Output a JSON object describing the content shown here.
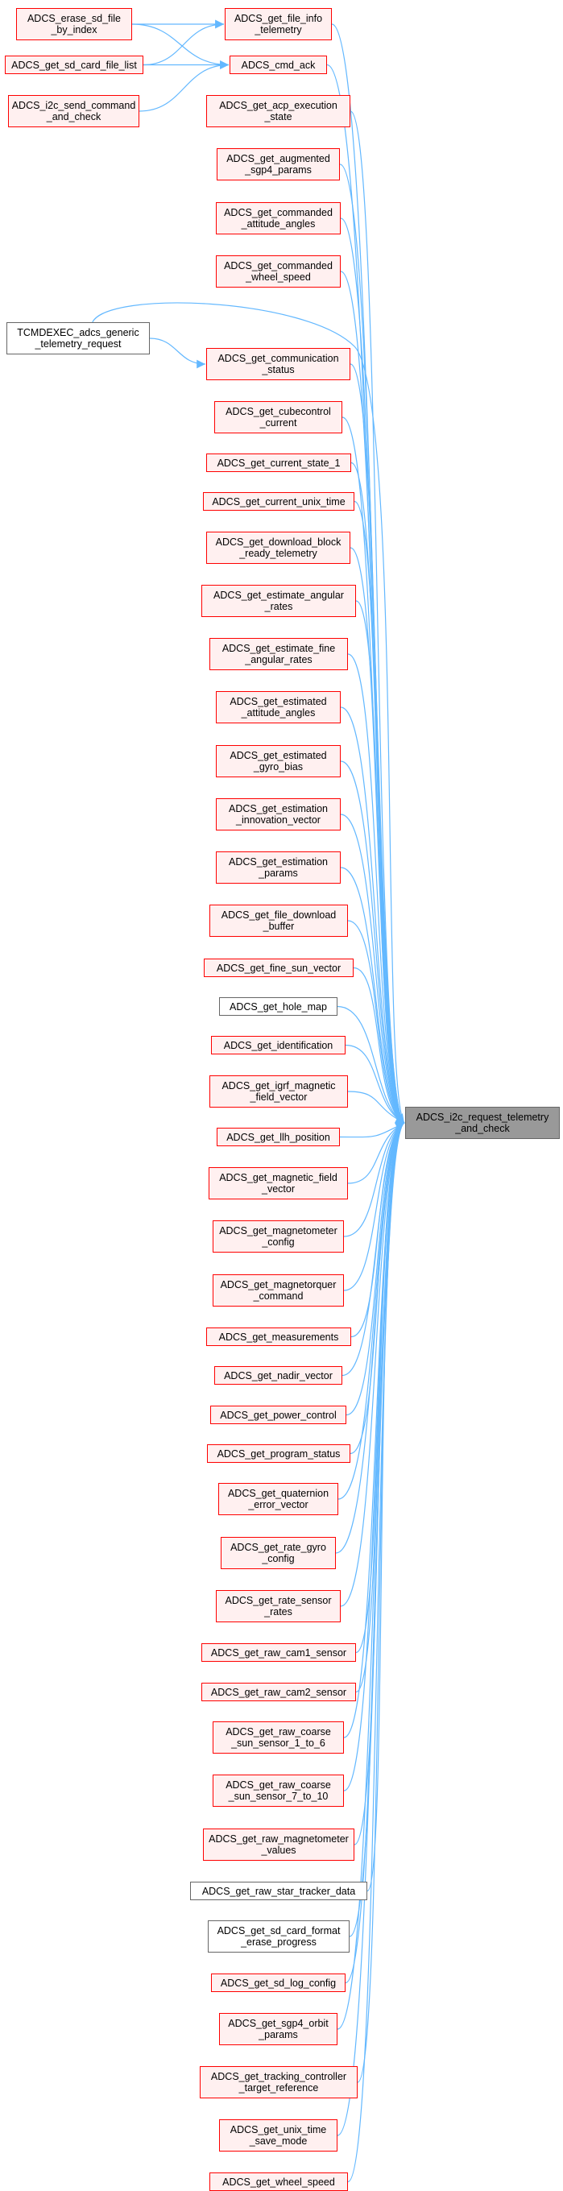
{
  "diagram": {
    "edge_color": "#63b8ff",
    "target": {
      "id": "target",
      "label": "ADCS_i2c_request_telemetry\n_and_check"
    },
    "nodes": [
      {
        "id": "erase",
        "label": "ADCS_erase_sd_file\n_by_index",
        "style": "red"
      },
      {
        "id": "sdlist",
        "label": "ADCS_get_sd_card_file_list",
        "style": "red"
      },
      {
        "id": "i2csend",
        "label": "ADCS_i2c_send_command\n_and_check",
        "style": "red"
      },
      {
        "id": "fileinfo",
        "label": "ADCS_get_file_info\n_telemetry",
        "style": "red"
      },
      {
        "id": "cmdack",
        "label": "ADCS_cmd_ack",
        "style": "red"
      },
      {
        "id": "acp",
        "label": "ADCS_get_acp_execution\n_state",
        "style": "red"
      },
      {
        "id": "sgp4aug",
        "label": "ADCS_get_augmented\n_sgp4_params",
        "style": "red"
      },
      {
        "id": "cmdatt",
        "label": "ADCS_get_commanded\n_attitude_angles",
        "style": "red"
      },
      {
        "id": "cmdwheel",
        "label": "ADCS_get_commanded\n_wheel_speed",
        "style": "red"
      },
      {
        "id": "tcm",
        "label": "TCMDEXEC_adcs_generic\n_telemetry_request",
        "style": "gray"
      },
      {
        "id": "comm",
        "label": "ADCS_get_communication\n_status",
        "style": "red"
      },
      {
        "id": "cubectl",
        "label": "ADCS_get_cubecontrol\n_current",
        "style": "red"
      },
      {
        "id": "state1",
        "label": "ADCS_get_current_state_1",
        "style": "red"
      },
      {
        "id": "unix",
        "label": "ADCS_get_current_unix_time",
        "style": "red"
      },
      {
        "id": "dlblock",
        "label": "ADCS_get_download_block\n_ready_telemetry",
        "style": "red"
      },
      {
        "id": "estang",
        "label": "ADCS_get_estimate_angular\n_rates",
        "style": "red"
      },
      {
        "id": "estfine",
        "label": "ADCS_get_estimate_fine\n_angular_rates",
        "style": "red"
      },
      {
        "id": "estatt",
        "label": "ADCS_get_estimated\n_attitude_angles",
        "style": "red"
      },
      {
        "id": "estgyro",
        "label": "ADCS_get_estimated\n_gyro_bias",
        "style": "red"
      },
      {
        "id": "estinno",
        "label": "ADCS_get_estimation\n_innovation_vector",
        "style": "red"
      },
      {
        "id": "estpar",
        "label": "ADCS_get_estimation\n_params",
        "style": "red"
      },
      {
        "id": "filedl",
        "label": "ADCS_get_file_download\n_buffer",
        "style": "red"
      },
      {
        "id": "finesun",
        "label": "ADCS_get_fine_sun_vector",
        "style": "red"
      },
      {
        "id": "hole",
        "label": "ADCS_get_hole_map",
        "style": "gray"
      },
      {
        "id": "ident",
        "label": "ADCS_get_identification",
        "style": "red"
      },
      {
        "id": "igrf",
        "label": "ADCS_get_igrf_magnetic\n_field_vector",
        "style": "red"
      },
      {
        "id": "llh",
        "label": "ADCS_get_llh_position",
        "style": "red"
      },
      {
        "id": "magfield",
        "label": "ADCS_get_magnetic_field\n_vector",
        "style": "red"
      },
      {
        "id": "magcfg",
        "label": "ADCS_get_magnetometer\n_config",
        "style": "red"
      },
      {
        "id": "mtq",
        "label": "ADCS_get_magnetorquer\n_command",
        "style": "red"
      },
      {
        "id": "meas",
        "label": "ADCS_get_measurements",
        "style": "red"
      },
      {
        "id": "nadir",
        "label": "ADCS_get_nadir_vector",
        "style": "red"
      },
      {
        "id": "power",
        "label": "ADCS_get_power_control",
        "style": "red"
      },
      {
        "id": "prog",
        "label": "ADCS_get_program_status",
        "style": "red"
      },
      {
        "id": "quat",
        "label": "ADCS_get_quaternion\n_error_vector",
        "style": "red"
      },
      {
        "id": "rgyro",
        "label": "ADCS_get_rate_gyro\n_config",
        "style": "red"
      },
      {
        "id": "rsens",
        "label": "ADCS_get_rate_sensor\n_rates",
        "style": "red"
      },
      {
        "id": "cam1",
        "label": "ADCS_get_raw_cam1_sensor",
        "style": "red"
      },
      {
        "id": "cam2",
        "label": "ADCS_get_raw_cam2_sensor",
        "style": "red"
      },
      {
        "id": "coarse16",
        "label": "ADCS_get_raw_coarse\n_sun_sensor_1_to_6",
        "style": "red"
      },
      {
        "id": "coarse710",
        "label": "ADCS_get_raw_coarse\n_sun_sensor_7_to_10",
        "style": "red"
      },
      {
        "id": "rawmag",
        "label": "ADCS_get_raw_magnetometer\n_values",
        "style": "red"
      },
      {
        "id": "star",
        "label": "ADCS_get_raw_star_tracker_data",
        "style": "gray"
      },
      {
        "id": "sdfmt",
        "label": "ADCS_get_sd_card_format\n_erase_progress",
        "style": "gray"
      },
      {
        "id": "sdlog",
        "label": "ADCS_get_sd_log_config",
        "style": "red"
      },
      {
        "id": "sgp4orb",
        "label": "ADCS_get_sgp4_orbit\n_params",
        "style": "red"
      },
      {
        "id": "track",
        "label": "ADCS_get_tracking_controller\n_target_reference",
        "style": "red"
      },
      {
        "id": "unixsave",
        "label": "ADCS_get_unix_time\n_save_mode",
        "style": "red"
      },
      {
        "id": "wheel",
        "label": "ADCS_get_wheel_speed",
        "style": "red"
      }
    ],
    "edges": [
      [
        "erase",
        "fileinfo"
      ],
      [
        "erase",
        "cmdack"
      ],
      [
        "sdlist",
        "fileinfo"
      ],
      [
        "sdlist",
        "cmdack"
      ],
      [
        "i2csend",
        "cmdack"
      ],
      [
        "fileinfo",
        "target"
      ],
      [
        "cmdack",
        "target"
      ],
      [
        "acp",
        "target"
      ],
      [
        "sgp4aug",
        "target"
      ],
      [
        "cmdatt",
        "target"
      ],
      [
        "cmdwheel",
        "target"
      ],
      [
        "tcm",
        "comm"
      ],
      [
        "tcm",
        "target"
      ],
      [
        "comm",
        "target"
      ],
      [
        "cubectl",
        "target"
      ],
      [
        "state1",
        "target"
      ],
      [
        "unix",
        "target"
      ],
      [
        "dlblock",
        "target"
      ],
      [
        "estang",
        "target"
      ],
      [
        "estfine",
        "target"
      ],
      [
        "estatt",
        "target"
      ],
      [
        "estgyro",
        "target"
      ],
      [
        "estinno",
        "target"
      ],
      [
        "estpar",
        "target"
      ],
      [
        "filedl",
        "target"
      ],
      [
        "finesun",
        "target"
      ],
      [
        "hole",
        "target"
      ],
      [
        "ident",
        "target"
      ],
      [
        "igrf",
        "target"
      ],
      [
        "llh",
        "target"
      ],
      [
        "magfield",
        "target"
      ],
      [
        "magcfg",
        "target"
      ],
      [
        "mtq",
        "target"
      ],
      [
        "meas",
        "target"
      ],
      [
        "nadir",
        "target"
      ],
      [
        "power",
        "target"
      ],
      [
        "prog",
        "target"
      ],
      [
        "quat",
        "target"
      ],
      [
        "rgyro",
        "target"
      ],
      [
        "rsens",
        "target"
      ],
      [
        "cam1",
        "target"
      ],
      [
        "cam2",
        "target"
      ],
      [
        "coarse16",
        "target"
      ],
      [
        "coarse710",
        "target"
      ],
      [
        "rawmag",
        "target"
      ],
      [
        "star",
        "target"
      ],
      [
        "sdfmt",
        "target"
      ],
      [
        "sdlog",
        "target"
      ],
      [
        "sgp4orb",
        "target"
      ],
      [
        "track",
        "target"
      ],
      [
        "unixsave",
        "target"
      ],
      [
        "wheel",
        "target"
      ]
    ]
  }
}
